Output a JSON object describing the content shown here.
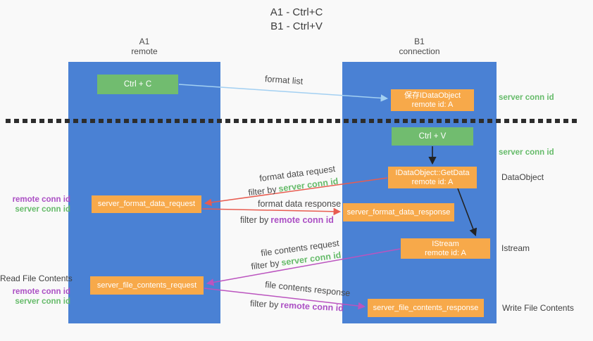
{
  "title": {
    "line1": "A1 - Ctrl+C",
    "line2": "B1 - Ctrl+V"
  },
  "lifelines": {
    "a1": {
      "name": "A1",
      "role": "remote"
    },
    "b1": {
      "name": "B1",
      "role": "connection"
    }
  },
  "nodes": {
    "ctrl_c": {
      "label": "Ctrl + C"
    },
    "save_idataobject": {
      "line1": "保存IDataObject",
      "line2": "remote id: A"
    },
    "ctrl_v": {
      "label": "Ctrl + V"
    },
    "getdata": {
      "line1": "IDataObject::GetData",
      "line2": "remote id: A"
    },
    "format_request": {
      "label": "server_format_data_request"
    },
    "format_response": {
      "label": "server_format_data_response"
    },
    "istream": {
      "line1": "IStream",
      "line2": "remote id: A"
    },
    "file_request": {
      "label": "server_file_contents_request"
    },
    "file_response": {
      "label": "server_file_contents_response"
    }
  },
  "arrows": {
    "format_list": {
      "label": "format list"
    },
    "format_data_request": {
      "label": "format data request",
      "filter_prefix": "filter by",
      "filter_key": "server conn id"
    },
    "format_data_response": {
      "label": "format data response",
      "filter_prefix": "filter by",
      "filter_key": "remote conn id"
    },
    "file_contents_request": {
      "label": "file contents request",
      "filter_prefix": "filter by",
      "filter_key": "server conn id"
    },
    "file_contents_response": {
      "label": "file contents response",
      "filter_prefix": "filter by",
      "filter_key": "remote conn id"
    }
  },
  "side_labels": {
    "right_server_conn_id_top": "server conn id",
    "right_server_conn_id_mid": "server conn id",
    "dataobject": "DataObject",
    "istream": "Istream",
    "write_file_contents": "Write File Contents",
    "read_file_contents": "Read File Contents",
    "left_remote_conn_id_top": "remote conn id",
    "left_server_conn_id_top": "server conn id",
    "left_remote_conn_id_bottom": "remote conn id",
    "left_server_conn_id_bottom": "server conn id"
  },
  "colors": {
    "lifeline_blue": "#4a81d4",
    "node_green": "#71bc6f",
    "node_orange": "#f7a94a",
    "arrow_light_blue": "#a3d0f2",
    "arrow_red": "#e85c50",
    "arrow_magenta": "#bb54bf",
    "arrow_black": "#222222",
    "text_green": "#66bb6a",
    "text_purple": "#ab4fc4",
    "text_dark": "#3f3f3f",
    "separator_black": "#2d2d2d",
    "background": "#f9f9f9"
  }
}
